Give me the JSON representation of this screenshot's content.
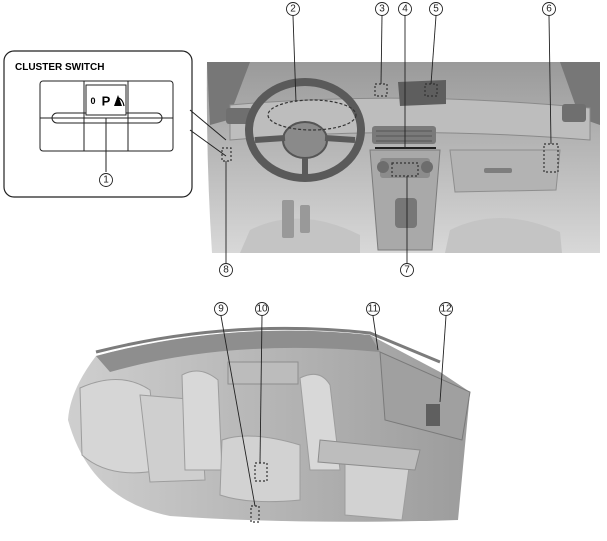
{
  "cluster": {
    "title": "CLUSTER SWITCH",
    "button_indicator": "0",
    "button_letter": "P"
  },
  "callouts": [
    "1",
    "2",
    "3",
    "4",
    "5",
    "6",
    "7",
    "8",
    "9",
    "10",
    "11",
    "12"
  ]
}
